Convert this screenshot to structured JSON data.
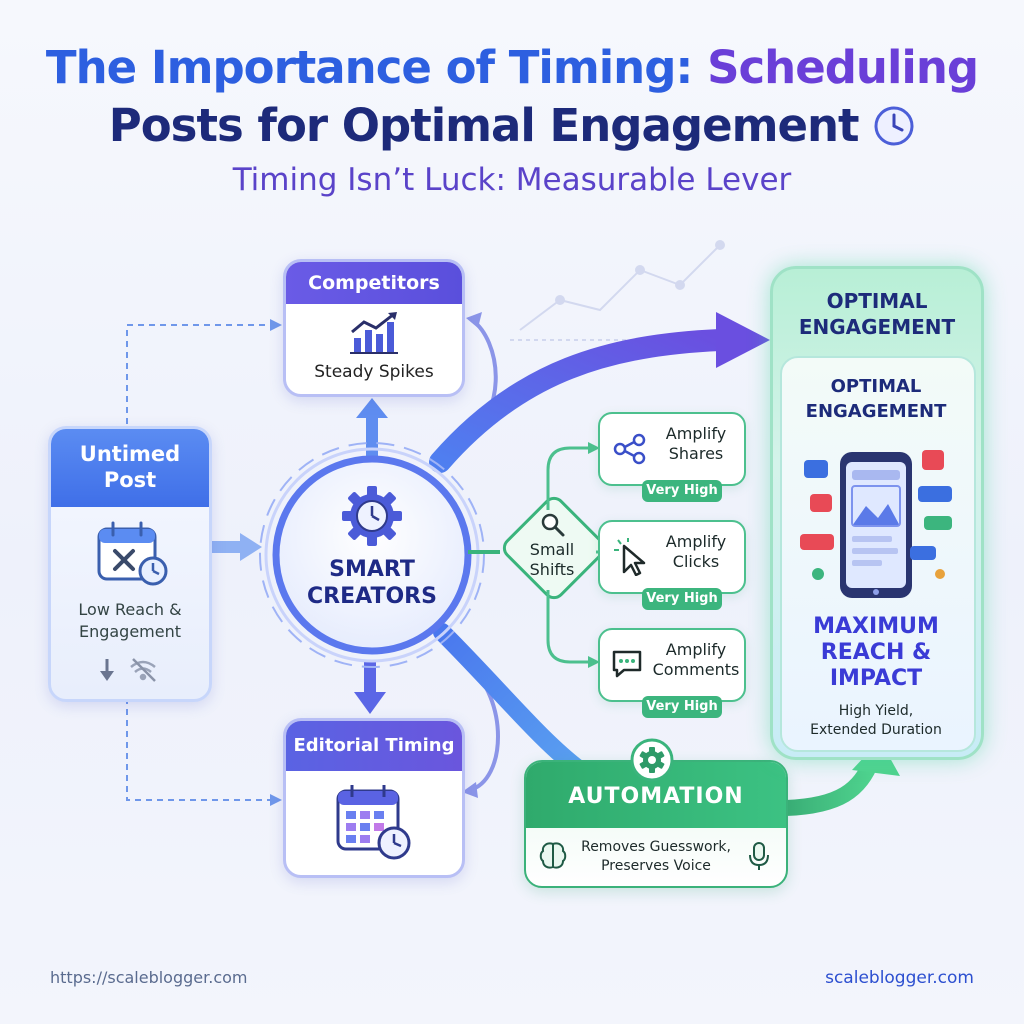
{
  "header": {
    "title_part1": "The Importance of Timing:",
    "title_part2": "Scheduling",
    "title_line2": "Posts for Optimal Engagement",
    "subtitle": "Timing Isn’t Luck: Measurable Lever"
  },
  "untimed_post": {
    "title_line1": "Untimed",
    "title_line2": "Post",
    "text_line1": "Low Reach &",
    "text_line2": "Engagement",
    "icons": [
      "calendar-x-icon",
      "arrow-down-icon",
      "no-wifi-icon"
    ]
  },
  "competitors": {
    "title": "Competitors",
    "text": "Steady Spikes",
    "icon": "bar-chart-icon"
  },
  "editorial": {
    "title": "Editorial Timing",
    "icon": "calendar-clock-icon"
  },
  "hub": {
    "line1": "SMART",
    "line2": "CREATORS",
    "icon": "gear-clock-icon"
  },
  "small_shifts": {
    "line1": "Small",
    "line2": "Shifts",
    "icon": "magnifier-icon"
  },
  "amplify": [
    {
      "line1": "Amplify",
      "line2": "Shares",
      "badge": "Very High",
      "icon": "share-icon"
    },
    {
      "line1": "Amplify",
      "line2": "Clicks",
      "badge": "Very High",
      "icon": "cursor-icon"
    },
    {
      "line1": "Amplify",
      "line2": "Comments",
      "badge": "Very High",
      "icon": "chat-icon"
    }
  ],
  "automation": {
    "title": "AUTOMATION",
    "desc_line1": "Removes Guesswork,",
    "desc_line2": "Preserves Voice",
    "icons": [
      "gear-icon",
      "brain-icon",
      "microphone-icon"
    ]
  },
  "optimal": {
    "outer_line1": "OPTIMAL",
    "outer_line2": "ENGAGEMENT",
    "inner_line1": "OPTIMAL",
    "inner_line2": "ENGAGEMENT",
    "max_line1": "MAXIMUM",
    "max_line2": "REACH &",
    "max_line3": "IMPACT",
    "yield_line1": "High Yield,",
    "yield_line2": "Extended Duration",
    "phone_icon": "smartphone-social-icon"
  },
  "footer": {
    "left": "https://scaleblogger.com",
    "right": "scaleblogger.com"
  }
}
